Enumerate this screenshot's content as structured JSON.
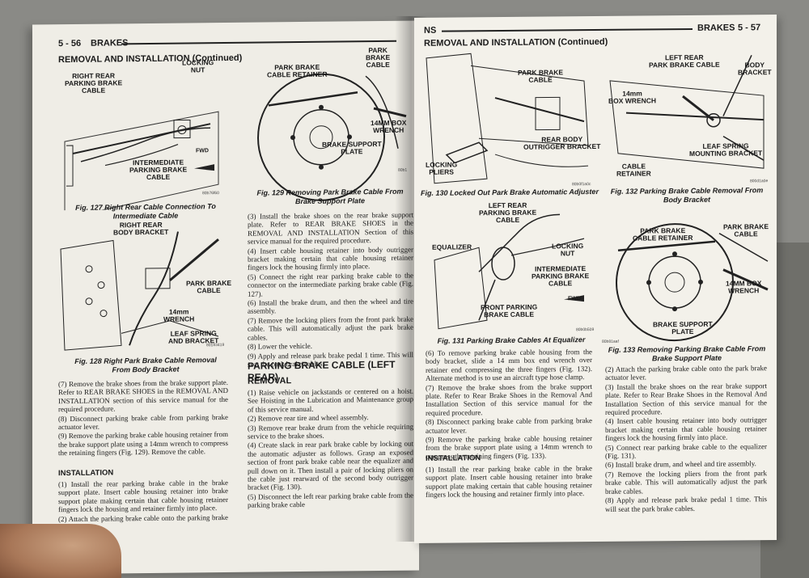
{
  "left": {
    "page_number": "5 - 56",
    "section": "BRAKES",
    "header": "REMOVAL AND INSTALLATION (Continued)",
    "fig127": {
      "callouts": [
        "RIGHT REAR\nPARKING BRAKE\nCABLE",
        "LOCKING\nNUT",
        "INTERMEDIATE\nPARKING BRAKE\nCABLE",
        "FWD"
      ],
      "code": "80b76f60",
      "caption": "Fig. 127 Right Rear Cable Connection To Intermediate Cable"
    },
    "fig128": {
      "callouts": [
        "RIGHT REAR\nBODY BRACKET",
        "PARK BRAKE\nCABLE",
        "14mm\nWRENCH",
        "LEAF SPRING\nAND BRACKET"
      ],
      "code": "80183419",
      "caption": "Fig. 128 Right Park Brake Cable Removal From Body Bracket"
    },
    "fig129": {
      "callouts": [
        "PARK BRAKE\nCABLE RETAINER",
        "PARK\nBRAKE\nCABLE",
        "14MM BOX\nWRENCH",
        "BRAKE SUPPORT\nPLATE"
      ],
      "code": "80b1",
      "caption": "Fig. 129 Removing Park Brake Cable From Brake Support Plate"
    },
    "col1_text": [
      "(7) Remove the brake shoes from the brake support plate. Refer to REAR BRAKE SHOES in the REMOVAL AND INSTALLATION section of this service manual for the required procedure.",
      "(8) Disconnect parking brake cable from parking brake actuator lever.",
      "(9) Remove the parking brake cable housing retainer from the brake support plate using a 14mm wrench to compress the retaining fingers (Fig. 129). Remove the cable."
    ],
    "installation_heading": "INSTALLATION",
    "col1_install": [
      "(1) Install the rear parking brake cable in the brake support plate. Insert cable housing retainer into brake support plate making certain that cable housing retainer fingers lock the housing and retainer firmly into place.",
      "(2) Attach the parking brake cable onto the parking brake actuator lever."
    ],
    "col2_text": [
      "(3) Install the brake shoes on the rear brake support plate. Refer to REAR BRAKE SHOES in the REMOVAL AND INSTALLATION Section of this service manual for the required procedure.",
      "(4) Insert cable housing retainer into body outrigger bracket making certain that cable housing retainer fingers lock the housing firmly into place.",
      "(5) Connect the right rear parking brake cable to the connector on the intermediate parking brake cable (Fig. 127).",
      "(6) Install the brake drum, and then the wheel and tire assembly.",
      "(7) Remove the locking pliers from the front park brake cable. This will automatically adjust the park brake cables.",
      "(8) Lower the vehicle.",
      "(9) Apply and release park brake pedal 1 time. This will seat the park brake cables."
    ],
    "section2_heading": "PARKING BRAKE CABLE (LEFT REAR)",
    "removal_heading": "REMOVAL",
    "col2_removal": [
      "(1) Raise vehicle on jackstands or centered on a hoist. See Hoisting in the Lubrication and Maintenance group of this service manual.",
      "(2) Remove rear tire and wheel assembly.",
      "(3) Remove rear brake drum from the vehicle requiring service to the brake shoes.",
      "(4) Create slack in rear park brake cable by locking out the automatic adjuster as follows. Grasp an exposed section of front park brake cable near the equalizer and pull down on it. Then install a pair of locking pliers on the cable just rearward of the second body outrigger bracket (Fig. 130).",
      "(5) Disconnect the left rear parking brake cable from the parking brake cable"
    ]
  },
  "right": {
    "page_number": "5 - 57",
    "section": "BRAKES",
    "model": "NS",
    "header": "REMOVAL AND INSTALLATION (Continued)",
    "fig130": {
      "callouts": [
        "PARK BRAKE\nCABLE",
        "REAR BODY\nOUTRIGGER BRACKET",
        "LOCKING\nPLIERS"
      ],
      "code": "80b0f1a0c",
      "caption": "Fig. 130 Locked Out Park Brake Automatic Adjuster"
    },
    "fig131": {
      "callouts": [
        "LEFT REAR\nPARKING BRAKE\nCABLE",
        "EQUALIZER",
        "LOCKING\nNUT",
        "INTERMEDIATE\nPARKING BRAKE\nCABLE",
        "FRONT PARKING\nBRAKE CABLE",
        "FWD"
      ],
      "code": "80b0b509",
      "caption": "Fig. 131 Parking Brake Cables At Equalizer"
    },
    "fig132": {
      "callouts": [
        "LEFT REAR\nPARK BRAKE CABLE",
        "BODY\nBRACKET",
        "14mm\nBOX WRENCH",
        "LEAF SPRING\nMOUNTING BRACKET",
        "CABLE\nRETAINER"
      ],
      "code": "800d1a0e",
      "caption": "Fig. 132 Parking Brake Cable Removal From Body Bracket"
    },
    "fig133": {
      "callouts": [
        "PARK BRAKE\nCABLE RETAINER",
        "PARK BRAKE\nCABLE",
        "14MM BOX\nWRENCH",
        "BRAKE SUPPORT\nPLATE"
      ],
      "code": "80b81aaf",
      "caption": "Fig. 133 Removing Parking Brake Cable From Brake Support Plate"
    },
    "col1_text": [
      "(6) To remove parking brake cable housing from the body bracket, slide a 14 mm box end wrench over retainer end compressing the three fingers (Fig. 132). Alternate method is to use an aircraft type hose clamp.",
      "(7) Remove the brake shoes from the brake support plate. Refer to Rear Brake Shoes in the Removal And Installation Section of this service manual for the required procedure.",
      "(8) Disconnect parking brake cable from parking brake actuator lever.",
      "(9) Remove the parking brake cable housing retainer from the brake support plate using a 14mm wrench to compress the retaining fingers (Fig. 133)."
    ],
    "installation_heading": "INSTALLATION",
    "col1_install": [
      "(1) Install the rear parking brake cable in the brake support plate. Insert cable housing retainer into brake support plate making certain that cable housing retainer fingers lock the housing and retainer firmly into place."
    ],
    "col2_text": [
      "(2) Attach the parking brake cable onto the park brake actuator lever.",
      "(3) Install the brake shoes on the rear brake support plate. Refer to Rear Brake Shoes in the Removal And Installation Section of this service manual for the required procedure.",
      "(4) Insert cable housing retainer into body outrigger bracket making certain that cable housing retainer fingers lock the housing firmly into place.",
      "(5) Connect rear parking brake cable to the equalizer (Fig. 131).",
      "(6) Install brake drum, and wheel and tire assembly.",
      "(7) Remove the locking pliers from the front park brake cable. This will automatically adjust the park brake cables.",
      "(8) Apply and release park brake pedal 1 time. This will seat the park brake cables."
    ]
  }
}
